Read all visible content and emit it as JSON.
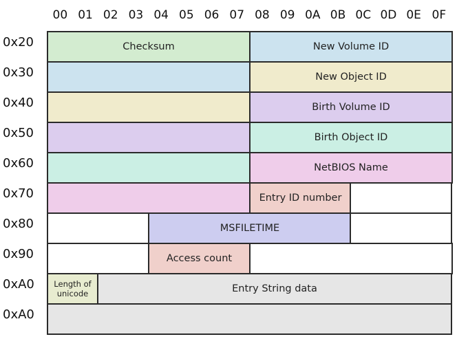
{
  "columns": [
    "00",
    "01",
    "02",
    "03",
    "04",
    "05",
    "06",
    "07",
    "08",
    "09",
    "0A",
    "0B",
    "0C",
    "0D",
    "0E",
    "0F"
  ],
  "rows": [
    "0x20",
    "0x30",
    "0x40",
    "0x50",
    "0x60",
    "0x70",
    "0x80",
    "0x90",
    "0xA0",
    "0xA0"
  ],
  "fields": [
    {
      "name": "field-checksum",
      "label": "Checksum",
      "row": 0,
      "col": 0,
      "span": 8,
      "color": "#d3ecd0"
    },
    {
      "name": "field-new-volume-id",
      "label": "New Volume ID",
      "row": 0,
      "col": 8,
      "span": 8,
      "color": "#cce3ef"
    },
    {
      "name": "field-new-volume-id-cont",
      "label": "",
      "row": 1,
      "col": 0,
      "span": 8,
      "color": "#cce3ef"
    },
    {
      "name": "field-new-object-id",
      "label": "New Object ID",
      "row": 1,
      "col": 8,
      "span": 8,
      "color": "#f0ebcc"
    },
    {
      "name": "field-new-object-id-cont",
      "label": "",
      "row": 2,
      "col": 0,
      "span": 8,
      "color": "#f0ebcc"
    },
    {
      "name": "field-birth-volume-id",
      "label": "Birth Volume ID",
      "row": 2,
      "col": 8,
      "span": 8,
      "color": "#dccdee"
    },
    {
      "name": "field-birth-volume-id-cont",
      "label": "",
      "row": 3,
      "col": 0,
      "span": 8,
      "color": "#dccdee"
    },
    {
      "name": "field-birth-object-id",
      "label": "Birth Object ID",
      "row": 3,
      "col": 8,
      "span": 8,
      "color": "#cbefe4"
    },
    {
      "name": "field-birth-object-id-cont",
      "label": "",
      "row": 4,
      "col": 0,
      "span": 8,
      "color": "#cbefe4"
    },
    {
      "name": "field-netbios-name",
      "label": "NetBIOS Name",
      "row": 4,
      "col": 8,
      "span": 8,
      "color": "#efcdea"
    },
    {
      "name": "field-netbios-name-cont",
      "label": "",
      "row": 5,
      "col": 0,
      "span": 8,
      "color": "#efcdea"
    },
    {
      "name": "field-entry-id-number",
      "label": "Entry ID number",
      "row": 5,
      "col": 8,
      "span": 4,
      "color": "#f0d0cb"
    },
    {
      "name": "field-empty-70",
      "label": "",
      "row": 5,
      "col": 12,
      "span": 4,
      "color": "#ffffff"
    },
    {
      "name": "field-empty-80a",
      "label": "",
      "row": 6,
      "col": 0,
      "span": 4,
      "color": "#ffffff"
    },
    {
      "name": "field-msfiletime",
      "label": "MSFILETIME",
      "row": 6,
      "col": 4,
      "span": 8,
      "color": "#cdcdf0"
    },
    {
      "name": "field-empty-80b",
      "label": "",
      "row": 6,
      "col": 12,
      "span": 4,
      "color": "#ffffff"
    },
    {
      "name": "field-empty-90a",
      "label": "",
      "row": 7,
      "col": 0,
      "span": 4,
      "color": "#ffffff"
    },
    {
      "name": "field-access-count",
      "label": "Access count",
      "row": 7,
      "col": 4,
      "span": 4,
      "color": "#f0d0cb"
    },
    {
      "name": "field-empty-90b",
      "label": "",
      "row": 7,
      "col": 8,
      "span": 8,
      "color": "#ffffff"
    },
    {
      "name": "field-length-of-unicode",
      "label": "Length of unicode",
      "row": 8,
      "col": 0,
      "span": 2,
      "color": "#e8ecd0",
      "small": true
    },
    {
      "name": "field-entry-string-data",
      "label": "Entry String data",
      "row": 8,
      "col": 2,
      "span": 14,
      "color": "#e6e6e6"
    },
    {
      "name": "field-entry-string-data-cont",
      "label": "",
      "row": 9,
      "col": 0,
      "span": 16,
      "color": "#e6e6e6"
    }
  ]
}
